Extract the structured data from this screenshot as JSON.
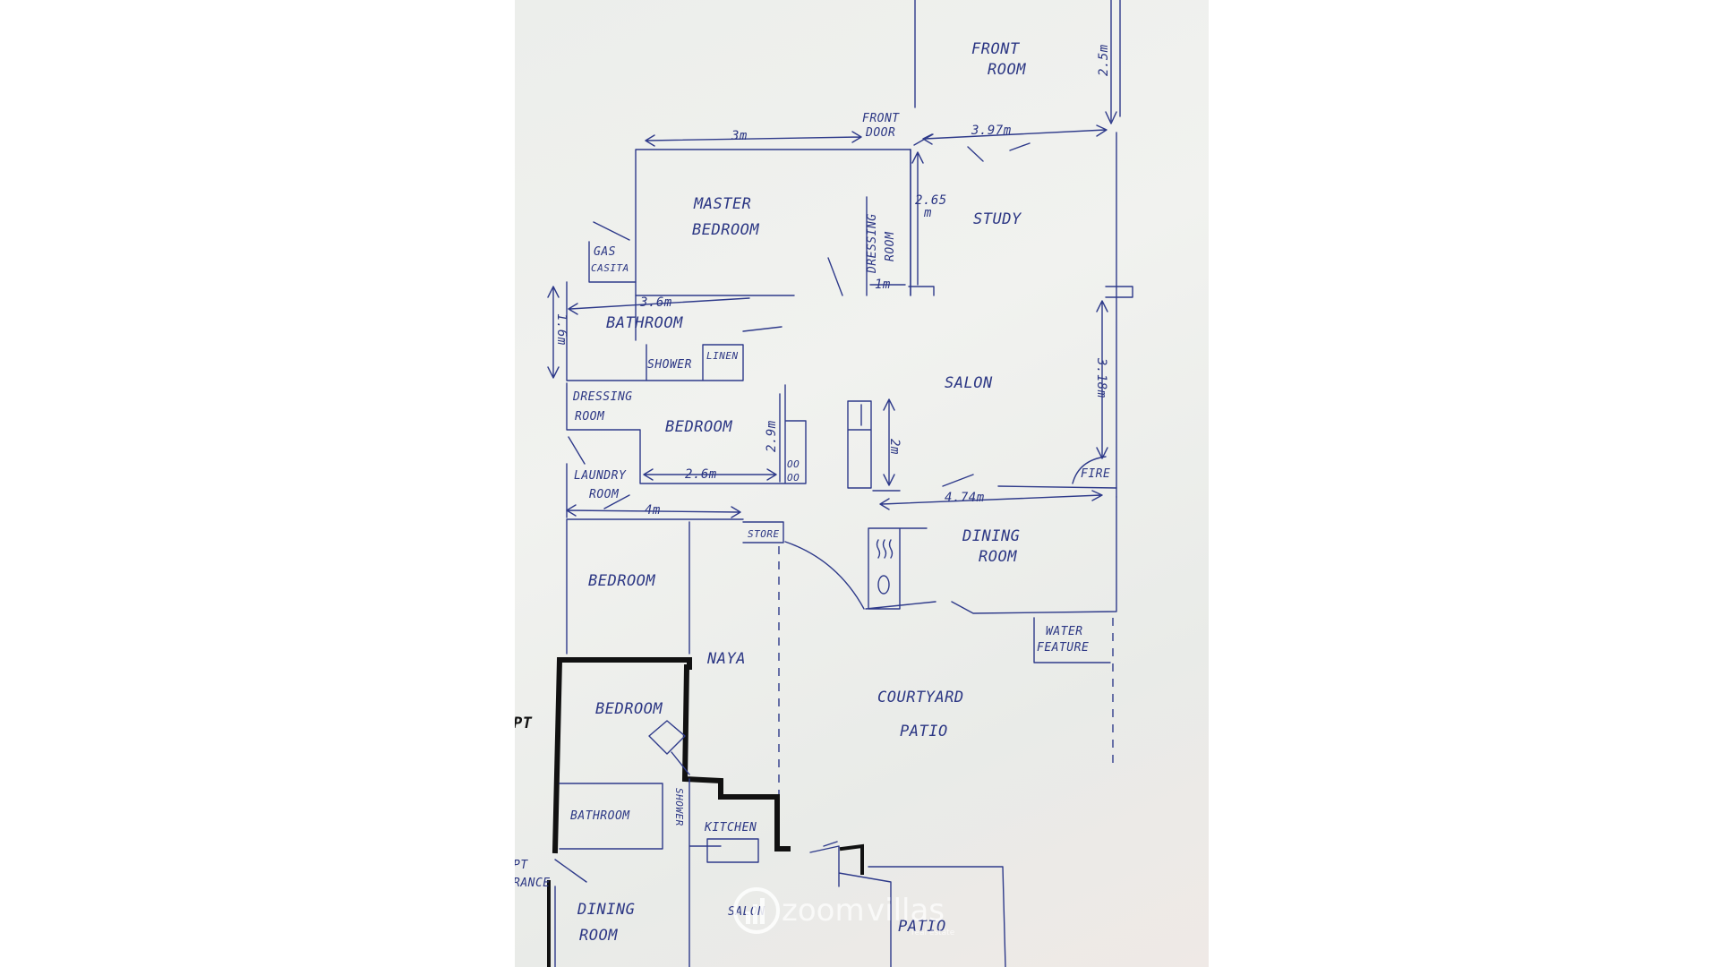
{
  "plan": {
    "rooms": {
      "front_room": [
        "FRONT",
        "ROOM"
      ],
      "front_door": [
        "FRONT",
        "DOOR"
      ],
      "master_bedroom": [
        "MASTER",
        "BEDROOM"
      ],
      "study": "STUDY",
      "gas_casita": [
        "GAS",
        "CASITA"
      ],
      "dressing_room_main": [
        "DRESSING",
        "ROOM"
      ],
      "bathroom_main": "BATHROOM",
      "shower_main": "SHOWER",
      "linen": "LINEN",
      "salon": "SALON",
      "dressing_room_2": [
        "DRESSING",
        "ROOM"
      ],
      "bedroom_2": "BEDROOM",
      "laundry_room": [
        "LAUNDRY",
        "ROOM"
      ],
      "fire": "FIRE",
      "dining_room": [
        "DINING",
        "ROOM"
      ],
      "store": "STORE",
      "bedroom_3": "BEDROOM",
      "water_feature": [
        "WATER",
        "FEATURE"
      ],
      "naya": "NAYA",
      "courtyard_patio": [
        "COURTYARD",
        "PATIO"
      ],
      "apt_bedroom": "BEDROOM",
      "apt_bathroom": "BATHROOM",
      "apt_shower": "SHOWER",
      "apt_kitchen": "KITCHEN",
      "apt_dining_room": [
        "DINING",
        "ROOM"
      ],
      "apt_salon": "SALON",
      "apt_patio": "PATIO",
      "apt_entrance": [
        "PT",
        "RANCE"
      ],
      "apt_edge": "PT"
    },
    "dimensions": {
      "d_2_5": "2.5m",
      "d_3m": "3m",
      "d_3_97": "3.97m",
      "d_2_65": [
        "2.65",
        "m"
      ],
      "d_1m": "1m",
      "d_3_6": "3.6m",
      "d_1_6": "1.6m",
      "d_2_9": "2.9m",
      "d_2_6": "2.6m",
      "d_3_18": "3.18m",
      "d_2m": "2m",
      "d_4m": "4m",
      "d_4_74": "4.74m"
    }
  },
  "watermark": {
    "brand_first": "zoom",
    "brand_second": "villas",
    "tagline": "real estate"
  }
}
